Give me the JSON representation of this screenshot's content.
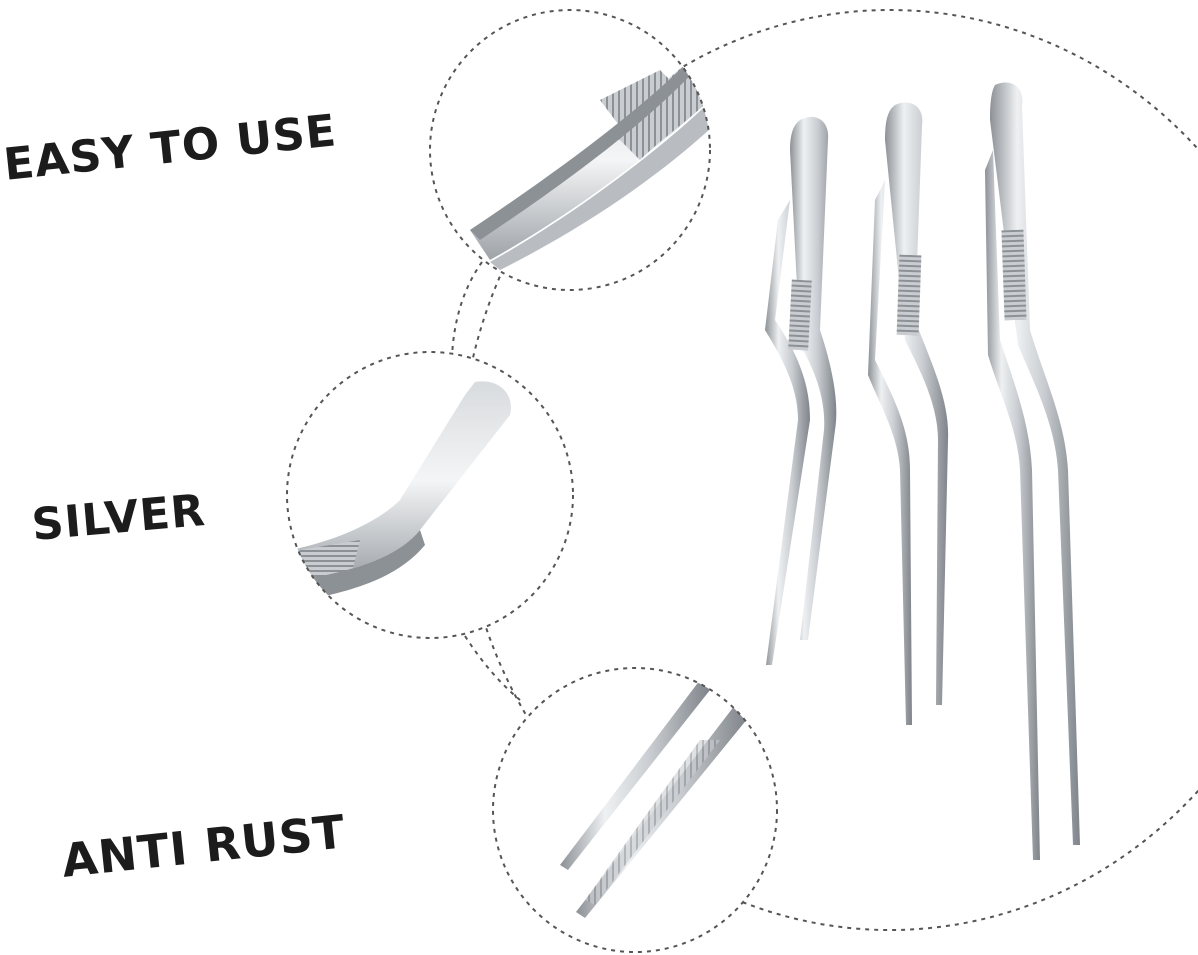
{
  "features": [
    {
      "label": "EASY TO USE",
      "detail": "serrated-grip-closeup"
    },
    {
      "label": "SILVER",
      "detail": "rounded-end-closeup"
    },
    {
      "label": "ANTI RUST",
      "detail": "fine-tip-closeup"
    }
  ],
  "product": {
    "name": "offset-tweezers",
    "count": 3,
    "color": "#cfd2d6"
  },
  "colors": {
    "text": "#1c1c1c",
    "dashed_outline": "#555555",
    "steel_light": "#eef0f2",
    "steel_mid": "#c9cdd1",
    "steel_dark": "#8c9196",
    "background": "#ffffff"
  }
}
